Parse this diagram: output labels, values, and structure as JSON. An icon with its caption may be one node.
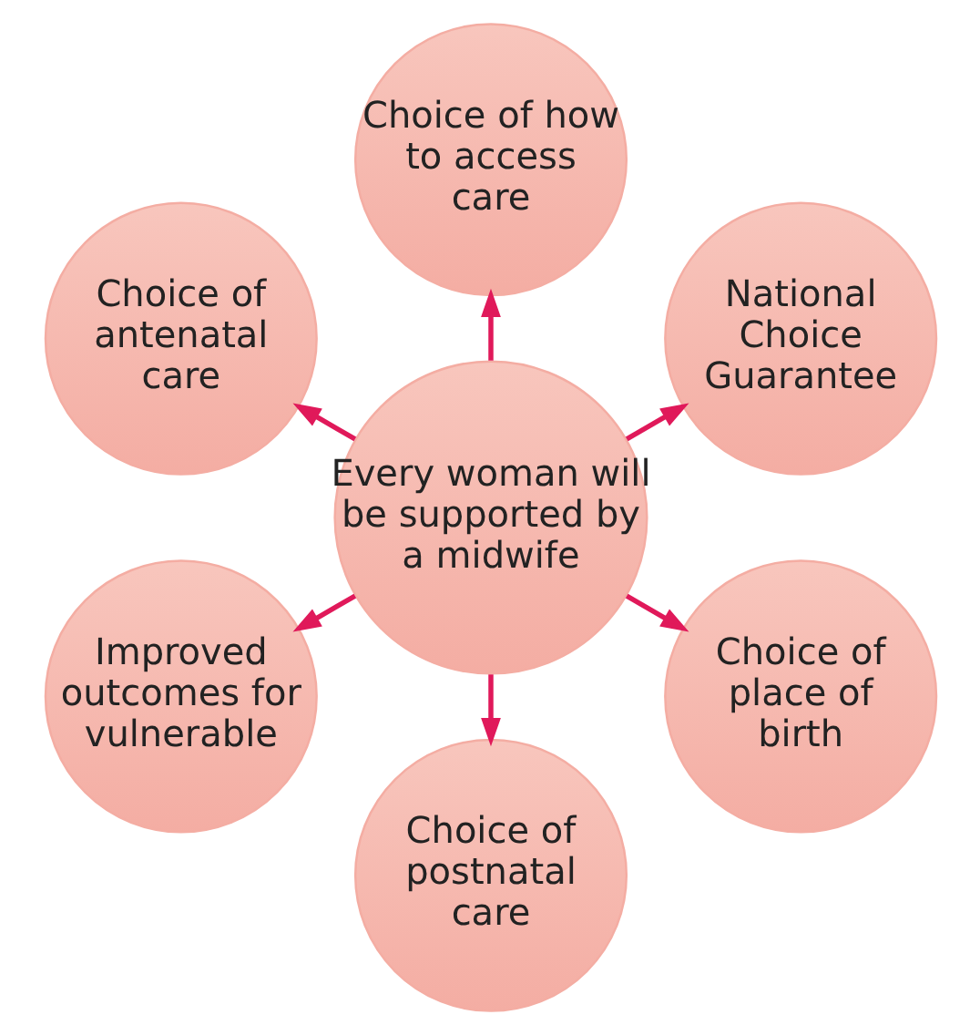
{
  "diagram": {
    "nodes": [
      {
        "text": [
          "Every woman will be supported by a midwife"
        ]
      },
      {
        "text": [
          "National Choice Guarantee"
        ]
      },
      {
        "text": [
          "Choice of how to access care"
        ]
      },
      {
        "text": [
          "Choice of antenatal care"
        ]
      },
      {
        "text": [
          "Improved outcomes for vulnerable"
        ]
      },
      {
        "text": [
          "Choice of postnatal care"
        ]
      },
      {
        "text": [
          "Choice of place of birth"
        ]
      }
    ],
    "edges": [
      {
        "from": 0,
        "to": 1,
        "arrow": "to"
      },
      {
        "from": 0,
        "to": 2,
        "arrow": "to"
      },
      {
        "from": 0,
        "to": 3,
        "arrow": "to"
      },
      {
        "from": 0,
        "to": 4,
        "arrow": "to"
      },
      {
        "from": 0,
        "to": 5,
        "arrow": "to"
      },
      {
        "from": 0,
        "to": 6,
        "arrow": "to"
      }
    ]
  }
}
